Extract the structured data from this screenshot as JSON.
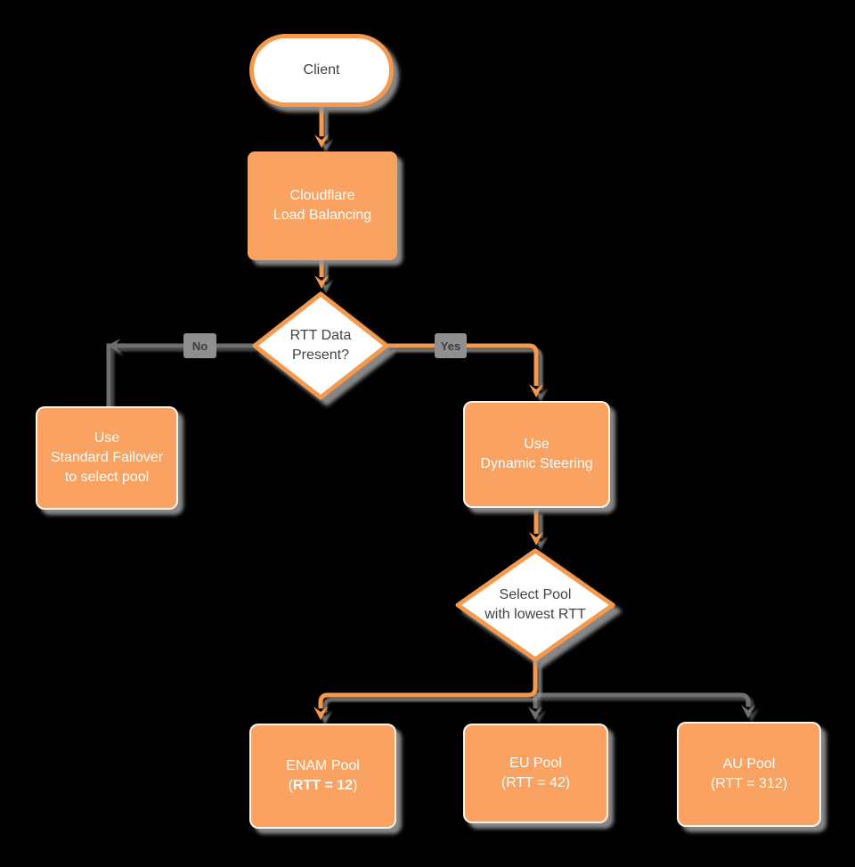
{
  "colors": {
    "canvas-bg": "#000000",
    "orange-fill": "#F9A262",
    "orange-stroke": "#F5994F",
    "gray-line": "#6F6F6F",
    "shadow": "#979797",
    "dark-text": "#424242",
    "white-text": "#FFFFFF",
    "badge-bg": "#8F8F8F",
    "badge-text": "#3D3D3D"
  },
  "nodes": {
    "client": {
      "shape": "terminator",
      "lines": [
        "Client"
      ]
    },
    "load_balancer": {
      "shape": "process",
      "lines": [
        "Cloudflare",
        "Load Balancing"
      ]
    },
    "rtt_decision": {
      "shape": "decision",
      "lines": [
        "RTT Data",
        "Present?"
      ]
    },
    "standard_failover": {
      "shape": "process",
      "lines": [
        "Use",
        "Standard Failover",
        "to select pool"
      ]
    },
    "dynamic_steering": {
      "shape": "process",
      "lines": [
        "Use",
        "Dynamic Steering"
      ]
    },
    "select_pool": {
      "shape": "decision",
      "lines": [
        "Select Pool",
        "with lowest RTT"
      ]
    },
    "enam_pool": {
      "shape": "process",
      "lines": [
        "ENAM Pool"
      ],
      "rtt_prefix": "(",
      "rtt_bold": "RTT = 12",
      "rtt_suffix": ")"
    },
    "eu_pool": {
      "shape": "process",
      "lines": [
        "EU Pool",
        "(RTT = 42)"
      ]
    },
    "au_pool": {
      "shape": "process",
      "lines": [
        "AU Pool",
        "(RTT = 312)"
      ]
    }
  },
  "edges": [
    {
      "from": "Client",
      "to": "Cloudflare Load Balancing",
      "color": "orange"
    },
    {
      "from": "Cloudflare Load Balancing",
      "to": "RTT Data Present?",
      "color": "orange"
    },
    {
      "from": "RTT Data Present?",
      "to": "Use Standard Failover to select pool",
      "label": "No",
      "color": "gray"
    },
    {
      "from": "RTT Data Present?",
      "to": "Use Dynamic Steering",
      "label": "Yes",
      "color": "orange"
    },
    {
      "from": "Use Dynamic Steering",
      "to": "Select Pool with lowest RTT",
      "color": "orange"
    },
    {
      "from": "Select Pool with lowest RTT",
      "to": "ENAM Pool (RTT = 12)",
      "color": "orange"
    },
    {
      "from": "Select Pool with lowest RTT",
      "to": "EU Pool (RTT = 42)",
      "color": "gray"
    },
    {
      "from": "Select Pool with lowest RTT",
      "to": "AU Pool (RTT = 312)",
      "color": "gray"
    }
  ]
}
